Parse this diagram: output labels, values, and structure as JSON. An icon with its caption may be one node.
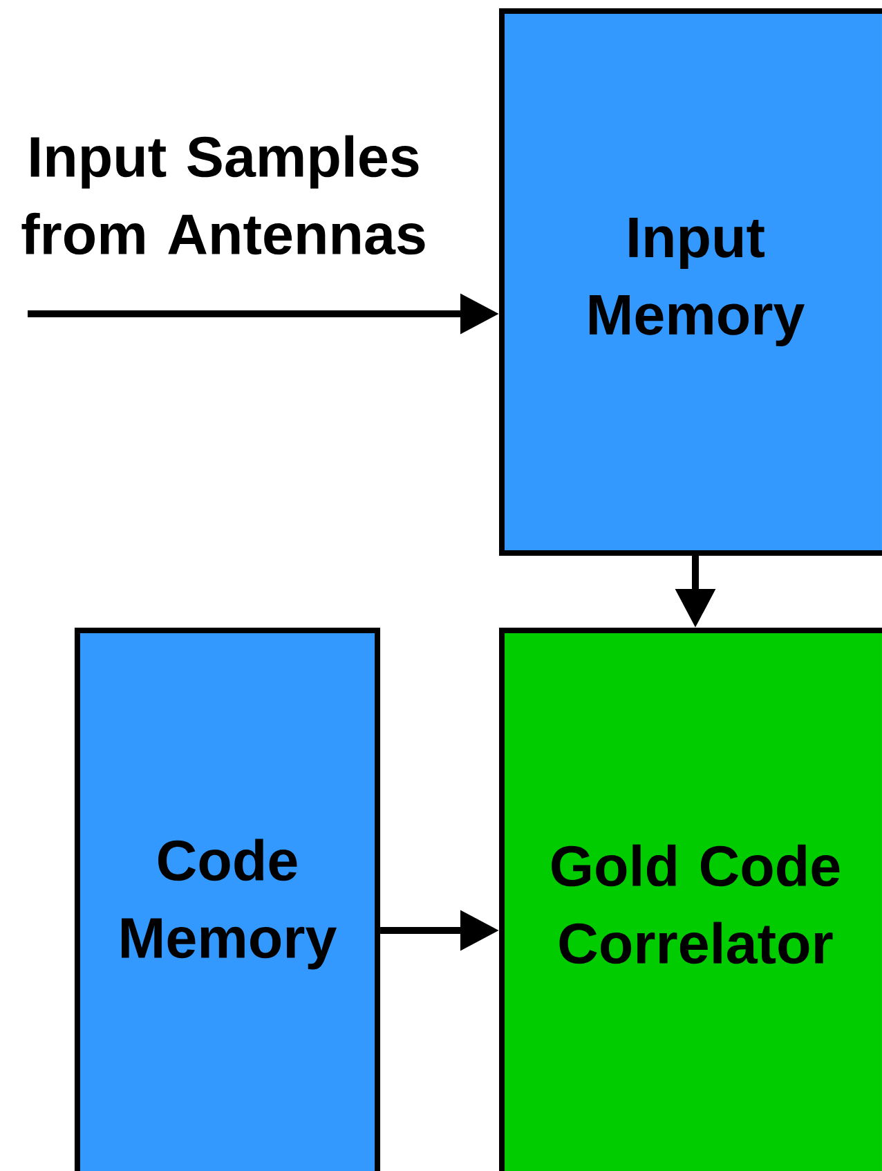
{
  "diagram": {
    "nodes": [
      {
        "text": [
          "Input Memory"
        ]
      },
      {
        "text": [
          "Code Memory"
        ]
      },
      {
        "text": [
          "Gold Code Correlator"
        ]
      }
    ],
    "edges": [
      {
        "from": null,
        "to": 0,
        "arrow": "to"
      },
      {
        "from": 0,
        "to": 2,
        "arrow": "to"
      },
      {
        "from": 1,
        "to": 2,
        "arrow": "to"
      }
    ],
    "labels": [
      "Input Samples from Antennas"
    ]
  }
}
